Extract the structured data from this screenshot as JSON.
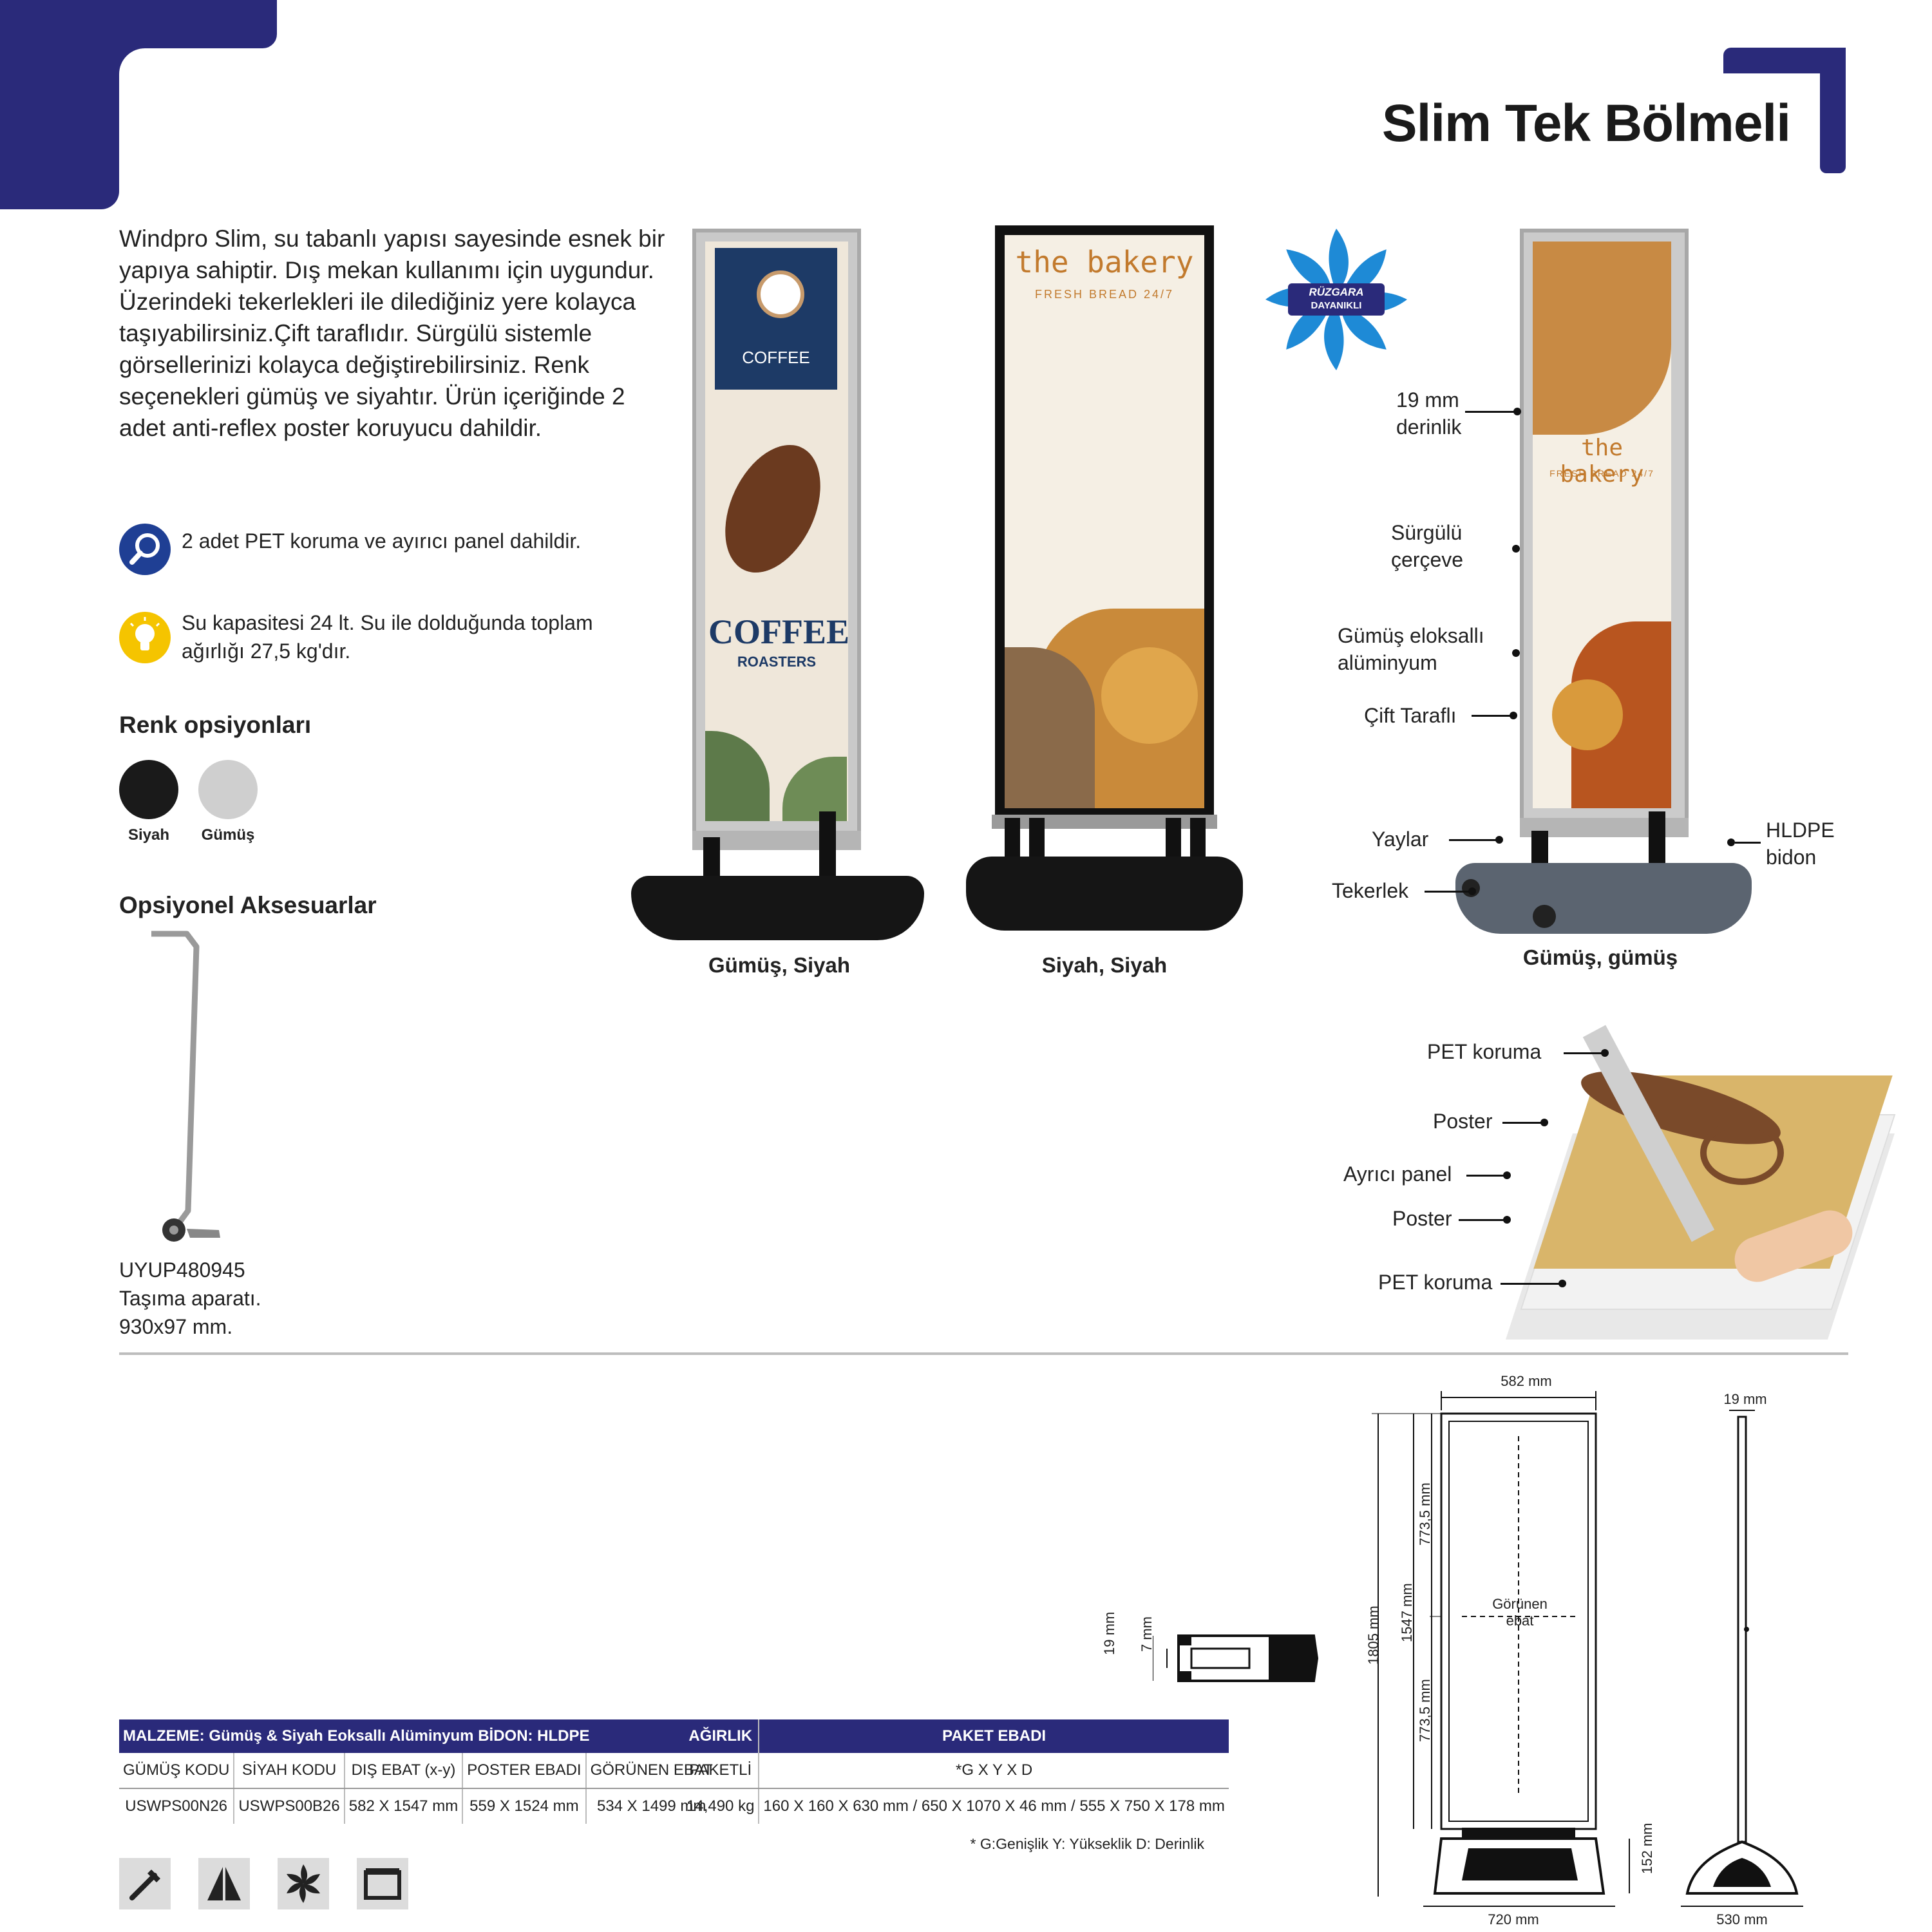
{
  "header": {
    "title": "Slim Tek Bölmeli"
  },
  "intro": {
    "text": "Windpro Slim, su tabanlı yapısı sayesinde esnek bir yapıya sahiptir. Dış mekan kullanımı için uygundur. Üzerindeki tekerlekleri ile dilediğiniz yere kolayca taşıyabilirsiniz.Çift taraflıdır. Sürgülü sistemle görsellerinizi kolayca değiştirebilirsiniz. Renk seçenekleri gümüş ve siyahtır. Ürün içeriğinde 2 adet anti-reflex poster koruyucu dahildir."
  },
  "features": [
    {
      "icon": "magnifier-icon",
      "text": "2 adet PET koruma ve ayırıcı panel dahildir."
    },
    {
      "icon": "lightbulb-icon",
      "text": "Su kapasitesi 24 lt. Su ile dolduğunda toplam ağırlığı 27,5 kg'dır."
    }
  ],
  "colors": {
    "heading": "Renk opsiyonları",
    "options": [
      {
        "label": "Siyah",
        "hex": "#1a1a1a"
      },
      {
        "label": "Gümüş",
        "hex": "#cfcfcf"
      }
    ]
  },
  "accessories": {
    "heading": "Opsiyonel Aksesuarlar",
    "code": "UYUP480945",
    "name": "Taşıma aparatı.",
    "size": "930x97 mm."
  },
  "products": [
    {
      "caption": "Gümüş, Siyah",
      "poster": {
        "word1": "COFFEE",
        "word2": "COFFEE",
        "word3": "ROASTERS"
      }
    },
    {
      "caption": "Siyah, Siyah",
      "poster": {
        "title": "the bakery",
        "subtitle": "FRESH BREAD 24/7"
      }
    },
    {
      "caption": "Gümüş, gümüş",
      "poster": {
        "title": "the bakery",
        "subtitle": "FRESH BREAD 24/7"
      }
    }
  ],
  "badge": {
    "line1": "RÜZGARA",
    "line2": "DAYANIKLI"
  },
  "callouts": {
    "depth": "19 mm derinlik",
    "sliding": "Sürgülü çerçeve",
    "aluminium": "Gümüş eloksallı alüminyum",
    "double": "Çift Taraflı",
    "springs": "Yaylar",
    "wheels": "Tekerlek",
    "hldpe": "HLDPE bidon"
  },
  "layers": [
    "PET koruma",
    "Poster",
    "Ayrıcı panel",
    "Poster",
    "PET koruma"
  ],
  "table1": {
    "header": "MALZEME: Gümüş & Siyah Eoksallı Alüminyum BİDON: HLDPE",
    "columns": [
      "GÜMÜŞ KODU",
      "SİYAH KODU",
      "DIŞ EBAT (x-y)",
      "POSTER EBADI",
      "GÖRÜNEN EBAT"
    ],
    "row": [
      "USWPS00N26",
      "USWPS00B26",
      "582 X 1547 mm",
      "559 X 1524 mm",
      "534 X 1499 mm"
    ]
  },
  "table2": {
    "headers": [
      "AĞIRLIK",
      "PAKET EBADI"
    ],
    "columns": [
      "PAKETLİ",
      "*G X Y X D"
    ],
    "row": [
      "14,490 kg",
      "160 X 160 X 630 mm  / 650 X 1070 X 46 mm / 555 X 750 X 178 mm"
    ],
    "note": "* G:Genişlik  Y: Yükseklik  D: Derinlik"
  },
  "drawing": {
    "width_top": "582 mm",
    "h_total": "1805 mm",
    "h_frame": "1547 mm",
    "h_half1": "773,5 mm",
    "h_half2": "773,5 mm",
    "visible": "Görünen ebat",
    "base_h": "152 mm",
    "base_w": "720 mm",
    "side_depth": "19 mm",
    "side_base": "530 mm",
    "profile_19": "19 mm",
    "profile_7": "7 mm"
  }
}
